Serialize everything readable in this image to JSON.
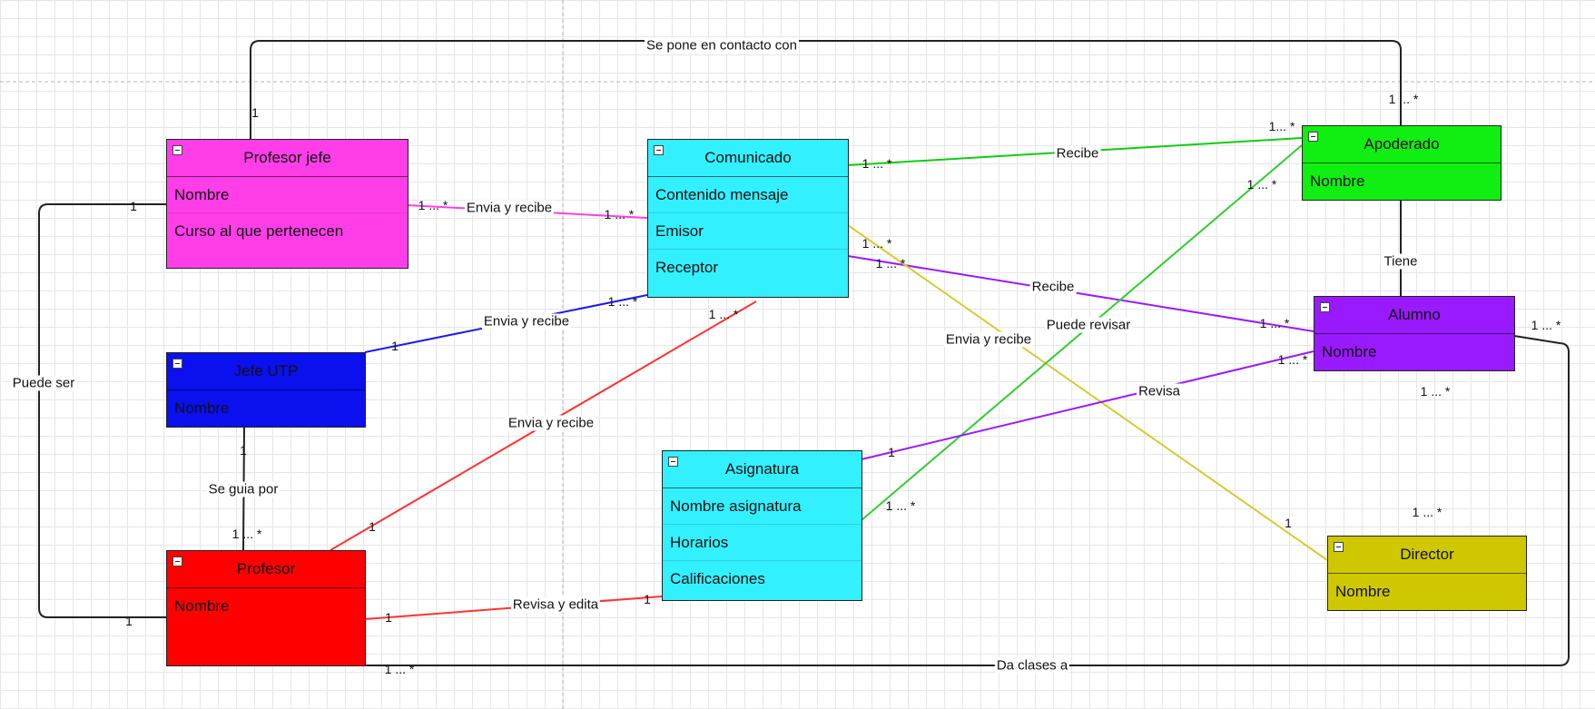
{
  "classes": {
    "profesor_jefe": {
      "name": "Profesor jefe",
      "attributes": [
        "Nombre",
        "Curso al que pertenecen"
      ],
      "color": "#ff3ee8"
    },
    "comunicado": {
      "name": "Comunicado",
      "attributes": [
        "Contenido mensaje",
        "Emisor",
        "Receptor"
      ],
      "color": "#33f0ff"
    },
    "apoderado": {
      "name": "Apoderado",
      "attributes": [
        "Nombre"
      ],
      "color": "#11ee11"
    },
    "alumno": {
      "name": "Alumno",
      "attributes": [
        "Nombre"
      ],
      "color": "#9a1aff"
    },
    "jefe_utp": {
      "name": "Jefe UTP",
      "attributes": [
        "Nombre"
      ],
      "color": "#0a10ee"
    },
    "asignatura": {
      "name": "Asignatura",
      "attributes": [
        "Nombre asignatura",
        "Horarios",
        "Calificaciones"
      ],
      "color": "#33f0ff"
    },
    "profesor": {
      "name": "Profesor",
      "attributes": [
        "Nombre"
      ],
      "color": "#ff0000"
    },
    "director": {
      "name": "Director",
      "attributes": [
        "Nombre"
      ],
      "color": "#cfc800"
    }
  },
  "relations": [
    {
      "label": "Se pone en contacto con",
      "mult": [
        "1",
        "1 ... *"
      ]
    },
    {
      "label": "Envia y recibe",
      "mult": [
        "1 ... *",
        "1 ... *"
      ]
    },
    {
      "label": "Recibe",
      "mult": [
        "1 ... *",
        "1... *"
      ]
    },
    {
      "label": "Envia y recibe",
      "mult": [
        "1",
        "1 ... *"
      ]
    },
    {
      "label": "Recibe",
      "mult": [
        "1 ... *",
        "1 ... *"
      ]
    },
    {
      "label": "Tiene",
      "mult": []
    },
    {
      "label": "Envia y recibe",
      "mult": [
        "1 ... *",
        "1 ... *"
      ]
    },
    {
      "label": "Envia y recibe",
      "mult": [
        "1",
        "1 ... *"
      ]
    },
    {
      "label": "Puede revisar",
      "mult": [
        "1 ... *",
        "1 ... *"
      ]
    },
    {
      "label": "Revisa",
      "mult": [
        "1",
        "1 ... *"
      ]
    },
    {
      "label": "Puede ser",
      "mult": [
        "1",
        "1"
      ]
    },
    {
      "label": "Se guia por",
      "mult": [
        "1",
        "1 ... *"
      ]
    },
    {
      "label": "Revisa y edita",
      "mult": [
        "1",
        "1"
      ]
    },
    {
      "label": "Da clases a",
      "mult": [
        "1 ... *",
        "1 ... *"
      ]
    },
    {
      "label": "",
      "mult": [
        "1 ... *",
        "1"
      ]
    }
  ]
}
